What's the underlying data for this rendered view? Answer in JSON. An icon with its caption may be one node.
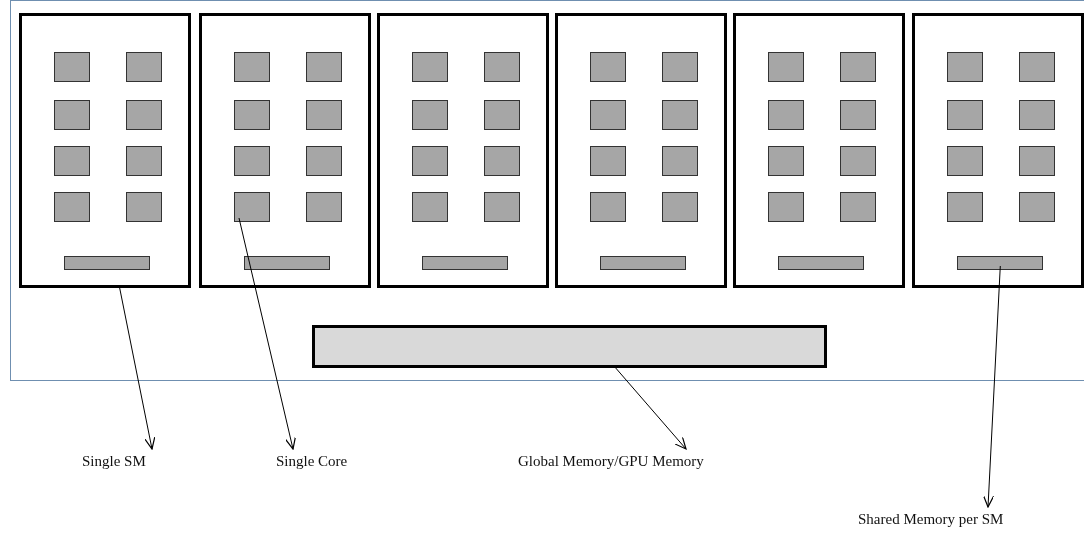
{
  "diagram": {
    "nodes": [
      {
        "text": [],
        "shape": "box"
      },
      {
        "text": [],
        "shape": "box",
        "in": 0
      },
      {
        "text": [],
        "shape": "box",
        "in": 1
      },
      {
        "text": [],
        "shape": "box",
        "in": 1
      },
      {
        "text": [],
        "shape": "box",
        "in": 1
      },
      {
        "text": [],
        "shape": "box",
        "in": 1
      },
      {
        "text": [],
        "shape": "box",
        "in": 1
      },
      {
        "text": [],
        "shape": "box",
        "in": 1
      },
      {
        "text": [],
        "shape": "box",
        "in": 1
      },
      {
        "text": [],
        "shape": "box",
        "in": 1
      },
      {
        "text": [],
        "shape": "bar",
        "in": 1
      },
      {
        "text": [],
        "shape": "box",
        "in": 0
      },
      {
        "text": [],
        "shape": "box",
        "in": 11
      },
      {
        "text": [],
        "shape": "box",
        "in": 11
      },
      {
        "text": [],
        "shape": "box",
        "in": 11
      },
      {
        "text": [],
        "shape": "box",
        "in": 11
      },
      {
        "text": [],
        "shape": "box",
        "in": 11
      },
      {
        "text": [],
        "shape": "box",
        "in": 11
      },
      {
        "text": [],
        "shape": "box",
        "in": 11
      },
      {
        "text": [],
        "shape": "box",
        "in": 11
      },
      {
        "text": [],
        "shape": "bar",
        "in": 11
      },
      {
        "text": [],
        "shape": "box",
        "in": 0
      },
      {
        "text": [],
        "shape": "box",
        "in": 21
      },
      {
        "text": [],
        "shape": "box",
        "in": 21
      },
      {
        "text": [],
        "shape": "box",
        "in": 21
      },
      {
        "text": [],
        "shape": "box",
        "in": 21
      },
      {
        "text": [],
        "shape": "box",
        "in": 21
      },
      {
        "text": [],
        "shape": "box",
        "in": 21
      },
      {
        "text": [],
        "shape": "box",
        "in": 21
      },
      {
        "text": [],
        "shape": "box",
        "in": 21
      },
      {
        "text": [],
        "shape": "bar",
        "in": 21
      },
      {
        "text": [],
        "shape": "box",
        "in": 0
      },
      {
        "text": [],
        "shape": "box",
        "in": 31
      },
      {
        "text": [],
        "shape": "box",
        "in": 31
      },
      {
        "text": [],
        "shape": "box",
        "in": 31
      },
      {
        "text": [],
        "shape": "box",
        "in": 31
      },
      {
        "text": [],
        "shape": "box",
        "in": 31
      },
      {
        "text": [],
        "shape": "box",
        "in": 31
      },
      {
        "text": [],
        "shape": "box",
        "in": 31
      },
      {
        "text": [],
        "shape": "box",
        "in": 31
      },
      {
        "text": [],
        "shape": "bar",
        "in": 31
      },
      {
        "text": [],
        "shape": "box",
        "in": 0
      },
      {
        "text": [],
        "shape": "box",
        "in": 41
      },
      {
        "text": [],
        "shape": "box",
        "in": 41
      },
      {
        "text": [],
        "shape": "box",
        "in": 41
      },
      {
        "text": [],
        "shape": "box",
        "in": 41
      },
      {
        "text": [],
        "shape": "box",
        "in": 41
      },
      {
        "text": [],
        "shape": "box",
        "in": 41
      },
      {
        "text": [],
        "shape": "box",
        "in": 41
      },
      {
        "text": [],
        "shape": "box",
        "in": 41
      },
      {
        "text": [],
        "shape": "bar",
        "in": 41
      },
      {
        "text": [],
        "shape": "box",
        "in": 0
      },
      {
        "text": [],
        "shape": "box",
        "in": 51
      },
      {
        "text": [],
        "shape": "box",
        "in": 51
      },
      {
        "text": [],
        "shape": "box",
        "in": 51
      },
      {
        "text": [],
        "shape": "box",
        "in": 51
      },
      {
        "text": [],
        "shape": "box",
        "in": 51
      },
      {
        "text": [],
        "shape": "box",
        "in": 51
      },
      {
        "text": [],
        "shape": "box",
        "in": 51
      },
      {
        "text": [],
        "shape": "box",
        "in": 51
      },
      {
        "text": [],
        "shape": "bar",
        "in": 51
      },
      {
        "text": [],
        "shape": "bar",
        "in": 0
      },
      {
        "text": [
          "Single SM"
        ]
      },
      {
        "text": [
          "Single Core"
        ]
      },
      {
        "text": [
          "Global Memory/GPU Memory"
        ]
      },
      {
        "text": [
          "Shared Memory per SM"
        ]
      }
    ],
    "edges": [
      {
        "from": 1,
        "to": 62,
        "arrow": "to"
      },
      {
        "from": 18,
        "to": 63,
        "arrow": "to"
      },
      {
        "from": 61,
        "to": 64,
        "arrow": "to"
      },
      {
        "from": 60,
        "to": 65,
        "arrow": "to"
      }
    ]
  }
}
